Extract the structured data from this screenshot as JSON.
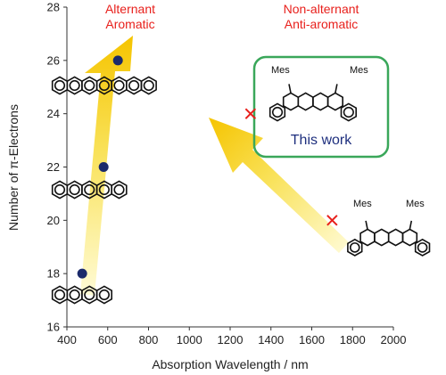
{
  "chart_data": {
    "type": "scatter",
    "xlabel": "Absorption Wavelength / nm",
    "ylabel": "Number of π-Electrons",
    "xlim": [
      400,
      2000
    ],
    "ylim": [
      16,
      28
    ],
    "x_ticks": [
      "400",
      "600",
      "800",
      "1000",
      "1200",
      "1400",
      "1600",
      "1800",
      "2000"
    ],
    "y_ticks": [
      "16",
      "18",
      "20",
      "22",
      "24",
      "26",
      "28"
    ],
    "grid": false,
    "series": [
      {
        "name": "Alternant Aromatic",
        "marker": "circle",
        "color": "#1b2a6b",
        "points": [
          {
            "x": 475,
            "y": 18
          },
          {
            "x": 580,
            "y": 22
          },
          {
            "x": 650,
            "y": 26
          }
        ]
      },
      {
        "name": "Non-alternant Anti-aromatic",
        "marker": "cross",
        "color": "#e8201c",
        "points": [
          {
            "x": 1300,
            "y": 24
          },
          {
            "x": 1700,
            "y": 20
          }
        ]
      }
    ],
    "annotations": {
      "alternant": [
        "Alternant",
        "Aromatic"
      ],
      "non_alternant": [
        "Non-alternant",
        "Anti-aromatic"
      ],
      "this_work": "This work",
      "mes": "Mes"
    }
  },
  "colors": {
    "aromatic_marker": "#1b2a6b",
    "antiaromatic_marker": "#e8201c",
    "arrow_fill": "#f7d21a",
    "highlight_box": "#3aa75a",
    "this_work_text": "#1e2f7e"
  }
}
